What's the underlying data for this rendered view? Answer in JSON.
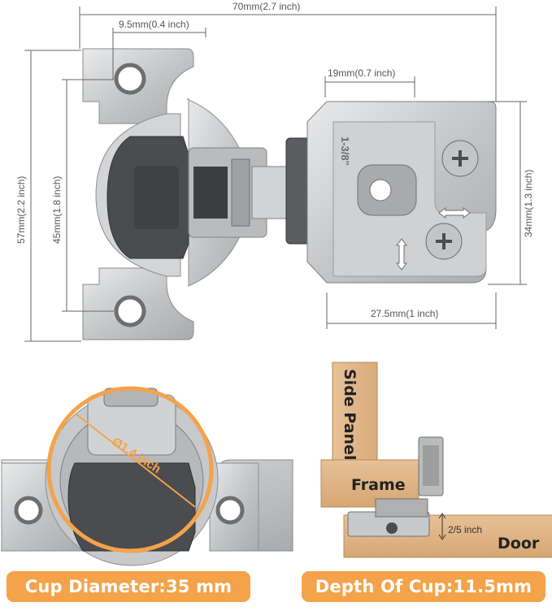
{
  "dimensions": {
    "overall_width": "70mm(2.7 inch)",
    "hole_offset": "9.5mm(0.4 inch)",
    "plate_offset": "19mm(0.7 inch)",
    "plate_height": "57mm(2.2 inch)",
    "hole_spacing": "45mm(1.8 inch)",
    "arm_height": "34mm(1.3 inch)",
    "arm_width": "27.5mm(1 inch)"
  },
  "arm_marking": "1-3/8\"",
  "cup_label": "Ø1.4 inch",
  "install": {
    "side_panel": "Side Panel",
    "frame": "Frame",
    "door": "Door",
    "gap": "2/5 inch"
  },
  "badges": {
    "cup_diameter": "Cup Diameter:35 mm",
    "cup_depth": "Depth Of Cup:11.5mm"
  },
  "colors": {
    "accent": "#f4a34a",
    "metal": "#c9cbcd",
    "dark_plastic": "#4a4c50",
    "wood": "#e3b98a"
  }
}
